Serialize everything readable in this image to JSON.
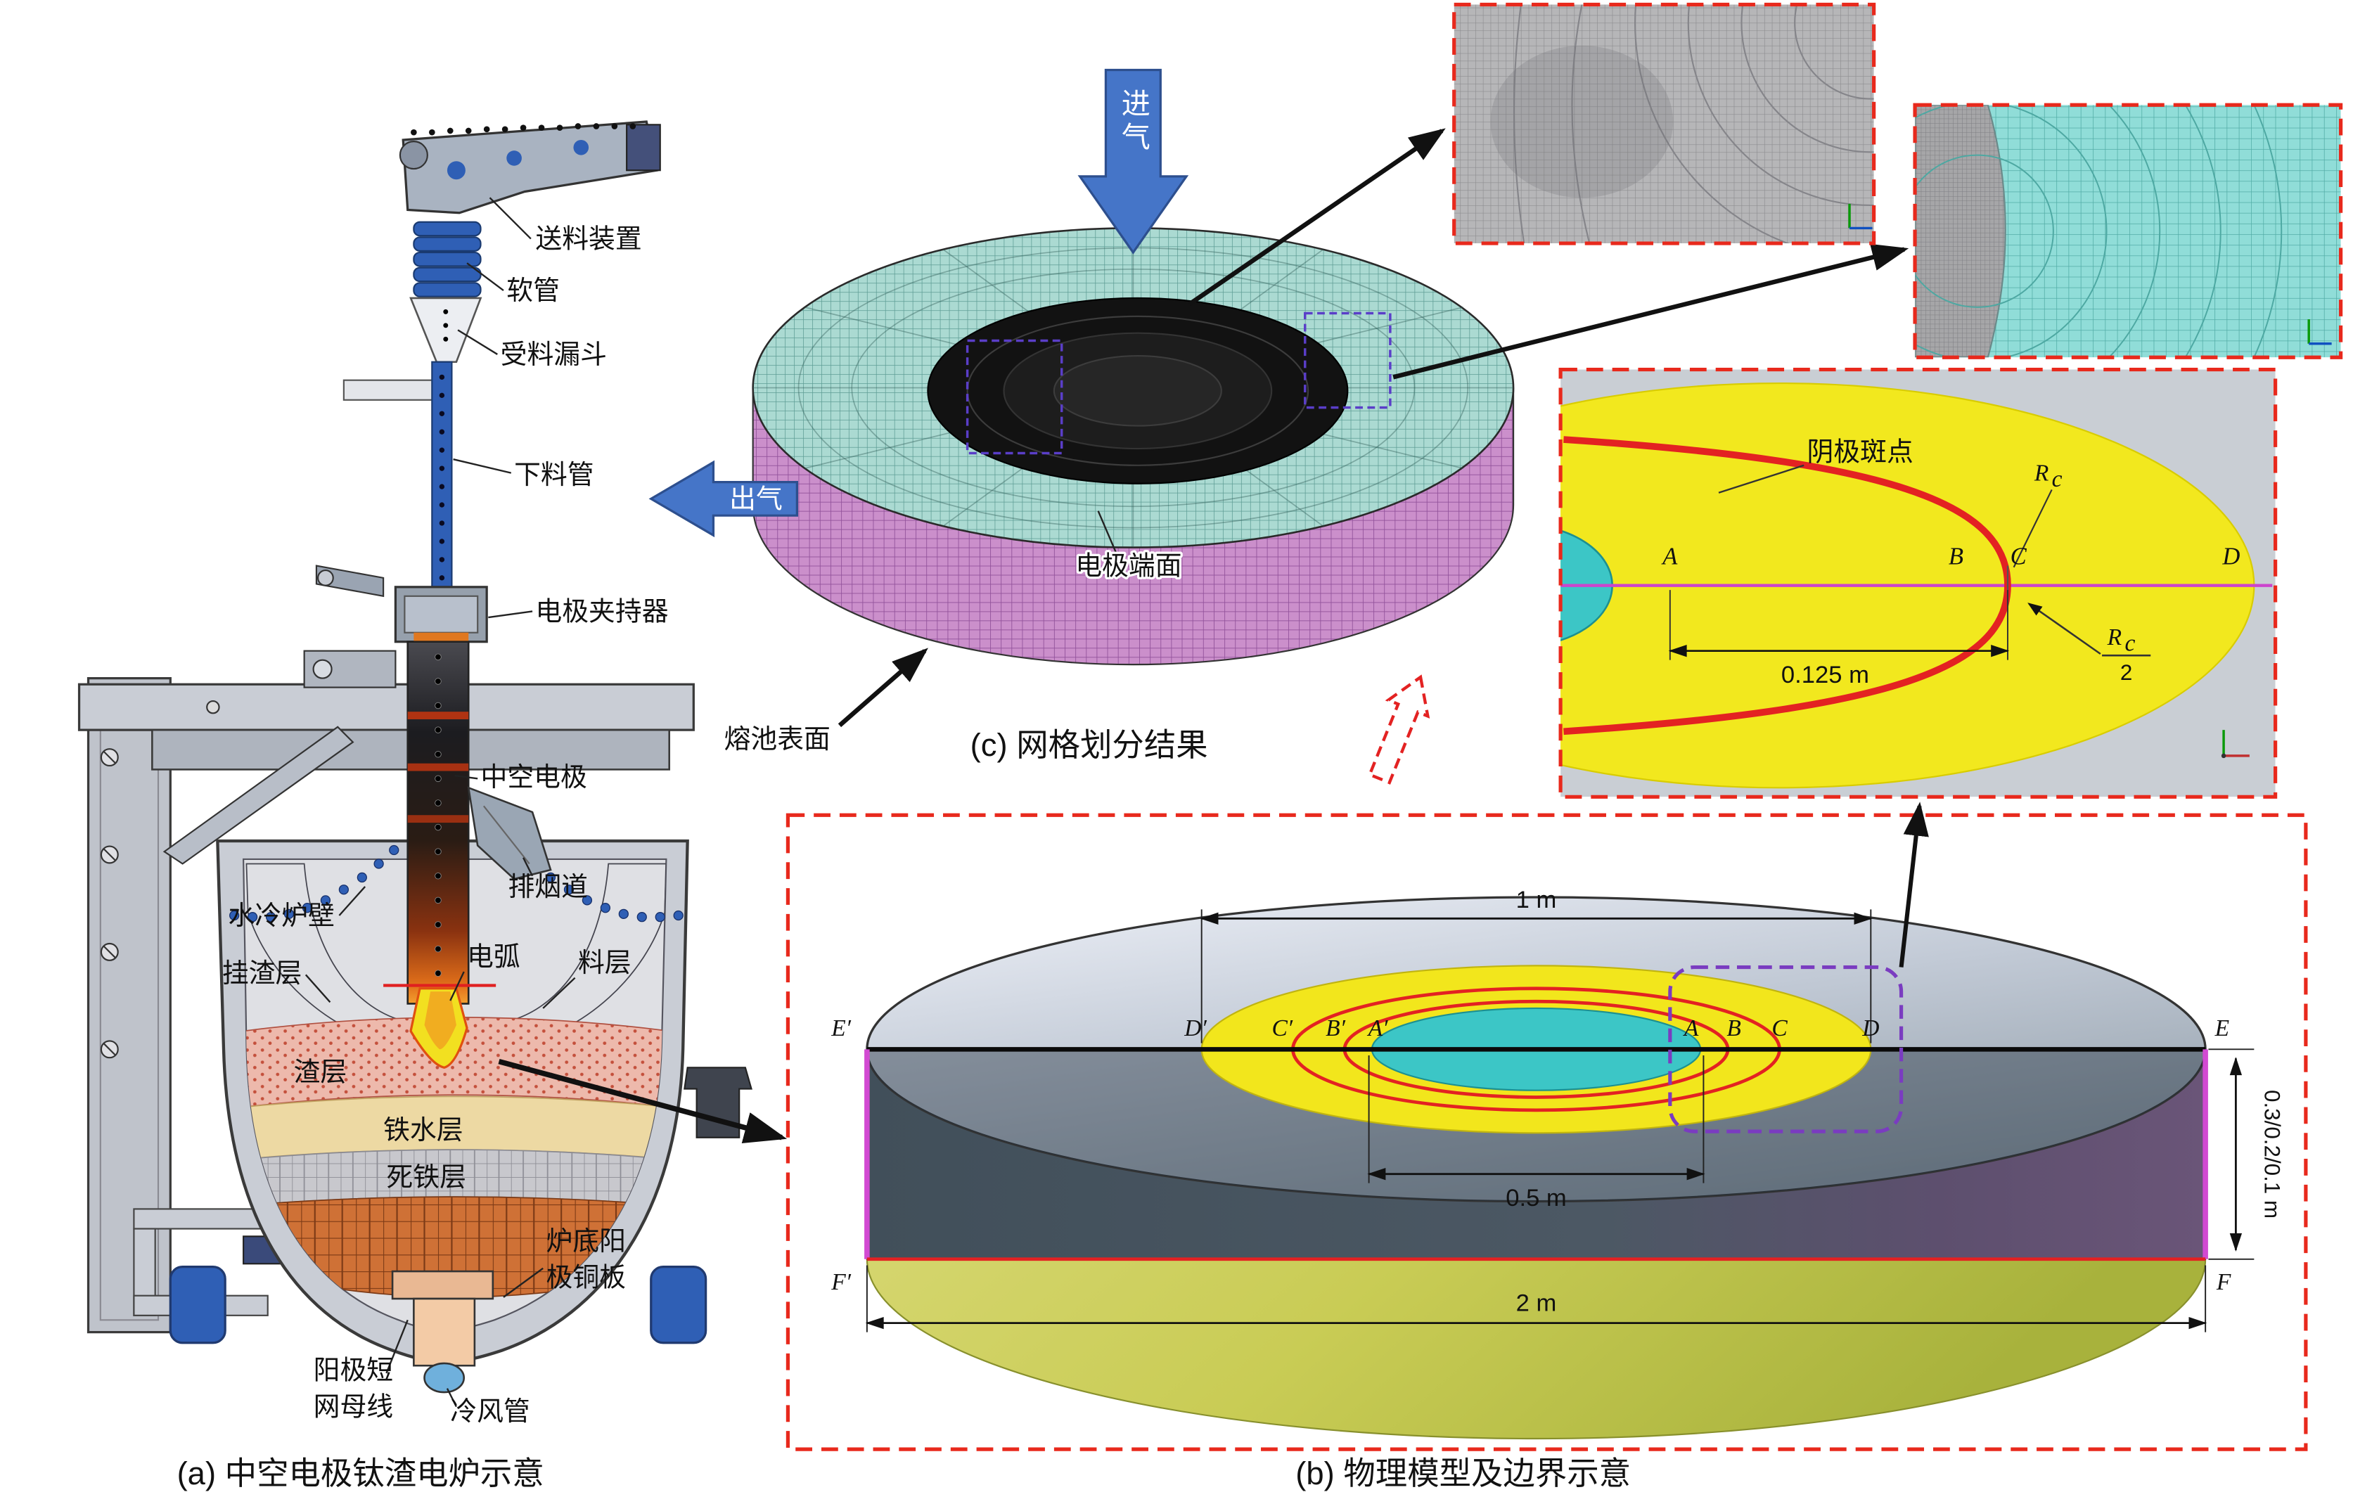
{
  "colors": {
    "red": "#e8291c",
    "yellow": "#f2e61c",
    "cyan_pool": "#3cc6c6",
    "magenta": "#d24ad2",
    "purple_dash": "#7a3cc0",
    "arrow_blue": "#4575c8",
    "mesh_teal": "#abdad2",
    "mesh_purple": "#cb8fcb"
  },
  "captions": {
    "a": "(a) 中空电极钛渣电炉示意",
    "b": "(b) 物理模型及边界示意",
    "c": "(c) 网格划分结果"
  },
  "furnace": {
    "feeder": "送料装置",
    "hose": "软管",
    "funnel": "受料漏斗",
    "feed_pipe": "下料管",
    "clamp": "电极夹持器",
    "hollow_electrode": "中空电极",
    "flue": "排烟道",
    "water_wall": "水冷炉壁",
    "slag_crust": "挂渣层",
    "arc": "电弧",
    "burden": "料层",
    "slag": "渣层",
    "iron": "铁水层",
    "dead_iron": "死铁层",
    "anode_plate_1": "炉底阳",
    "anode_plate_2": "极铜板",
    "anode_bus_1": "阳极短",
    "anode_bus_2": "网母线",
    "cold_air": "冷风管"
  },
  "mesh": {
    "gas_in": "进气",
    "gas_out": "出气",
    "electrode_face": "电极端面",
    "pool_surface": "熔池表面"
  },
  "spot": {
    "cathode_spot": "阴极斑点",
    "r": "R",
    "c": "c",
    "two": "2",
    "dim": "0.125 m",
    "A": "A",
    "B": "B",
    "C": "C",
    "D": "D"
  },
  "model": {
    "dim_1m": "1 m",
    "dim_05m": "0.5 m",
    "dim_2m": "2 m",
    "dim_h": "0.3/0.2/0.1 m",
    "E1": "E′",
    "D1": "D′",
    "C1": "C′",
    "B1": "B′",
    "A1": "A′",
    "A": "A",
    "B": "B",
    "C": "C",
    "D": "D",
    "E": "E",
    "F1": "F′",
    "F": "F"
  }
}
